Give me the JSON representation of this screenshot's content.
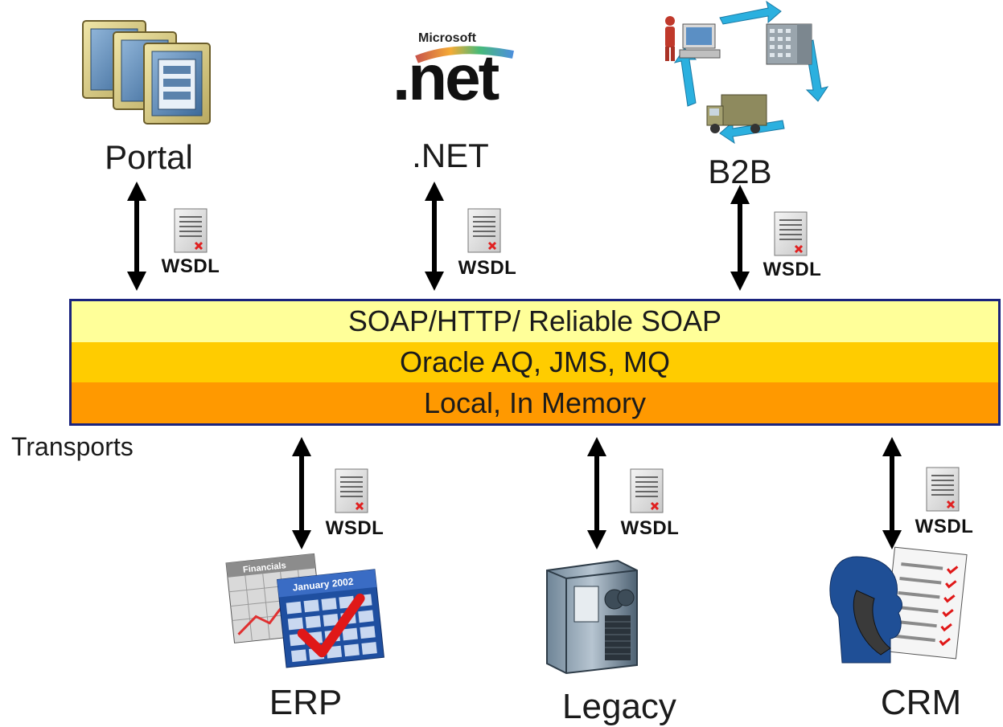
{
  "top_nodes": [
    {
      "label": "Portal"
    },
    {
      "label": ".NET"
    },
    {
      "label": "B2B"
    }
  ],
  "bottom_nodes": [
    {
      "label": "ERP"
    },
    {
      "label": "Legacy"
    },
    {
      "label": "CRM"
    }
  ],
  "wsdl_label": "WSDL",
  "net_logo": {
    "brand": "Microsoft",
    "text": ".net"
  },
  "erp_icon": {
    "calendar_front_title": "January 2002",
    "calendar_back_title": "Financials"
  },
  "bus": {
    "layers": [
      {
        "label": "SOAP/HTTP/ Reliable SOAP",
        "color": "#ffff99"
      },
      {
        "label": "Oracle AQ, JMS, MQ",
        "color": "#ffcc00"
      },
      {
        "label": "Local, In Memory",
        "color": "#ff9900"
      }
    ],
    "border_color": "#1a237e",
    "caption": "Transports"
  }
}
